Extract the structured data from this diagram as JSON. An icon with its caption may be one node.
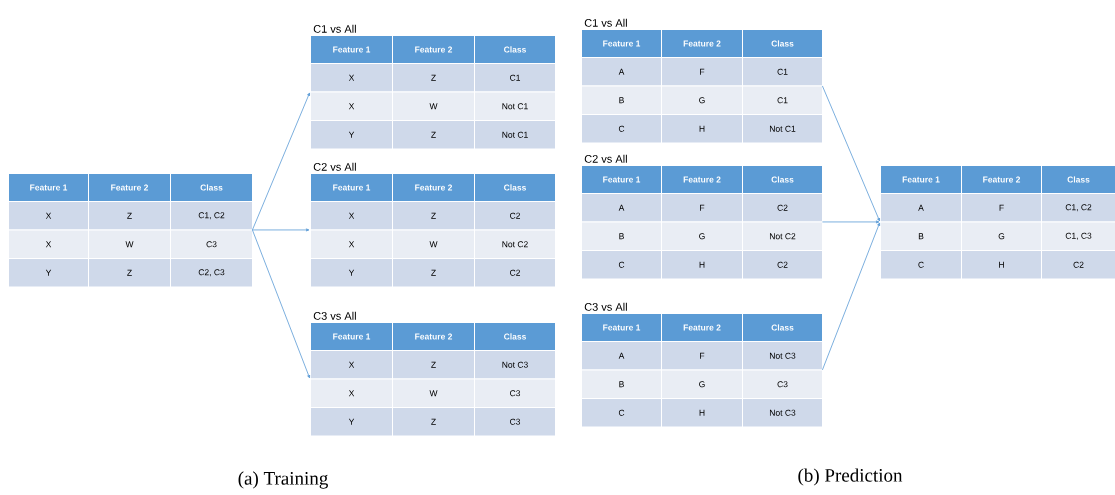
{
  "diagram": {
    "nodes": [
      {
        "text": [
          "Feature 1",
          "Feature 2",
          "Class",
          "X",
          "Z",
          "C1, C2",
          "X",
          "W",
          "C3",
          "Y",
          "Z",
          "C2, C3"
        ]
      },
      {
        "text": [
          "C1 vs All",
          "Feature 1",
          "Feature 2",
          "Class",
          "X",
          "Z",
          "C1",
          "X",
          "W",
          "Not C1",
          "Y",
          "Z",
          "Not C1"
        ]
      },
      {
        "text": [
          "C2 vs All",
          "Feature 1",
          "Feature 2",
          "Class",
          "X",
          "Z",
          "C2",
          "X",
          "W",
          "Not C2",
          "Y",
          "Z",
          "C2"
        ]
      },
      {
        "text": [
          "C3 vs All",
          "Feature 1",
          "Feature 2",
          "Class",
          "X",
          "Z",
          "Not C3",
          "X",
          "W",
          "C3",
          "Y",
          "Z",
          "C3"
        ]
      },
      {
        "text": [
          "C1 vs All",
          "Feature 1",
          "Feature 2",
          "Class",
          "A",
          "F",
          "C1",
          "B",
          "G",
          "C1",
          "C",
          "H",
          "Not C1"
        ]
      },
      {
        "text": [
          "C2 vs All",
          "Feature 1",
          "Feature 2",
          "Class",
          "A",
          "F",
          "C2",
          "B",
          "G",
          "Not C2",
          "C",
          "H",
          "C2"
        ]
      },
      {
        "text": [
          "C3 vs All",
          "Feature 1",
          "Feature 2",
          "Class",
          "A",
          "F",
          "Not C3",
          "B",
          "G",
          "C3",
          "C",
          "H",
          "Not C3"
        ]
      },
      {
        "text": [
          "Feature 1",
          "Feature 2",
          "Class",
          "A",
          "F",
          "C1, C2",
          "B",
          "G",
          "C1, C3",
          "C",
          "H",
          "C2"
        ]
      }
    ],
    "edges": [
      {
        "from": 0,
        "to": 1,
        "arrow": "to"
      },
      {
        "from": 0,
        "to": 2,
        "arrow": "to"
      },
      {
        "from": 0,
        "to": 3,
        "arrow": "to"
      },
      {
        "from": 4,
        "to": 7,
        "arrow": "to"
      },
      {
        "from": 5,
        "to": 7,
        "arrow": "to"
      },
      {
        "from": 6,
        "to": 7,
        "arrow": "to"
      }
    ],
    "labels": [
      "(a) Training",
      "(b) Prediction"
    ]
  }
}
